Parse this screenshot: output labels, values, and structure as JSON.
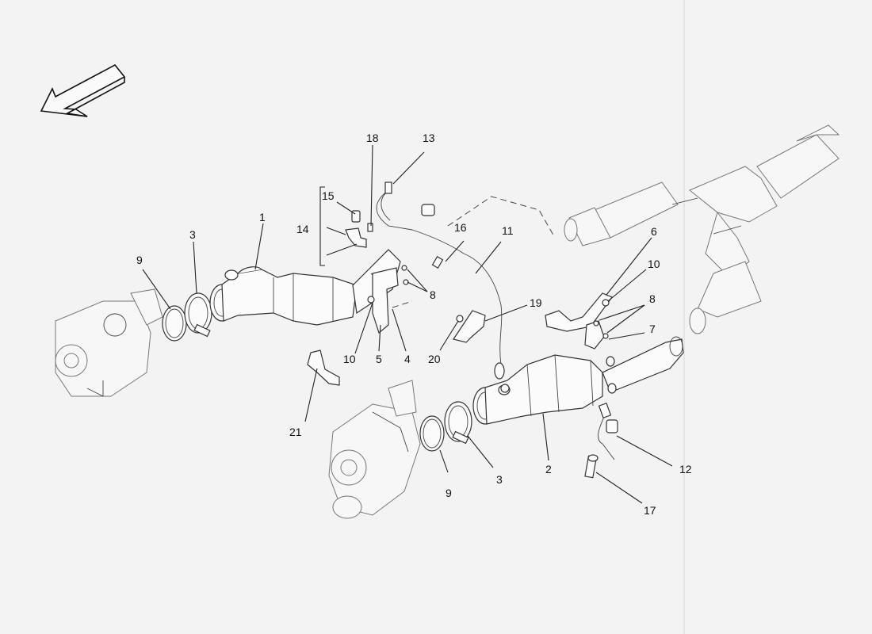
{
  "callouts": {
    "c1": "1",
    "c2": "2",
    "c3a": "3",
    "c3b": "3",
    "c4": "4",
    "c5": "5",
    "c6": "6",
    "c7": "7",
    "c8a": "8",
    "c8b": "8",
    "c9a": "9",
    "c9b": "9",
    "c10a": "10",
    "c10b": "10",
    "c11": "11",
    "c12": "12",
    "c13": "13",
    "c14": "14",
    "c15": "15",
    "c16": "16",
    "c17": "17",
    "c18": "18",
    "c19": "19",
    "c20": "20",
    "c21": "21"
  },
  "icons": {
    "direction_arrow": "direction-arrow-icon"
  },
  "colors": {
    "background": "#f3f3f3",
    "line": "#222222"
  }
}
